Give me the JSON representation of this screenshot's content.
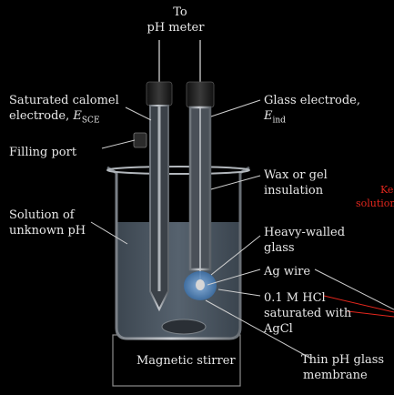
{
  "labels": {
    "to_meter_1": "To",
    "to_meter_2": "pH meter",
    "sce_1": "Saturated calomel",
    "sce_2": "electrode,",
    "sce_symbol": "E",
    "sce_sub": "SCE",
    "filling_port": "Filling port",
    "solution_1": "Solution of",
    "solution_2": "unknown pH",
    "glass_1": "Glass electrode,",
    "glass_symbol": "E",
    "glass_sub": "ind",
    "wax_1": "Wax or gel",
    "wax_2": "insulation",
    "heavy_1": "Heavy-walled",
    "heavy_2": "glass",
    "ag_wire": "Ag wire",
    "hcl_1": "0.1 M HCl",
    "hcl_2": "saturated with",
    "hcl_3": "AgCl",
    "stirrer": "Magnetic stirrer",
    "membrane_1": "Thin pH glass",
    "membrane_2": "membrane",
    "cut_red_1": "Ke",
    "cut_red_2": "solution"
  },
  "colors": {
    "background": "#000000",
    "text": "#e8e8e8",
    "solution": "#4e5a66",
    "beaker": "#9aa0a6",
    "electrode_cap": "#202020",
    "membrane_blue": "#5b8fc4",
    "red_lines": "#e4271d"
  }
}
